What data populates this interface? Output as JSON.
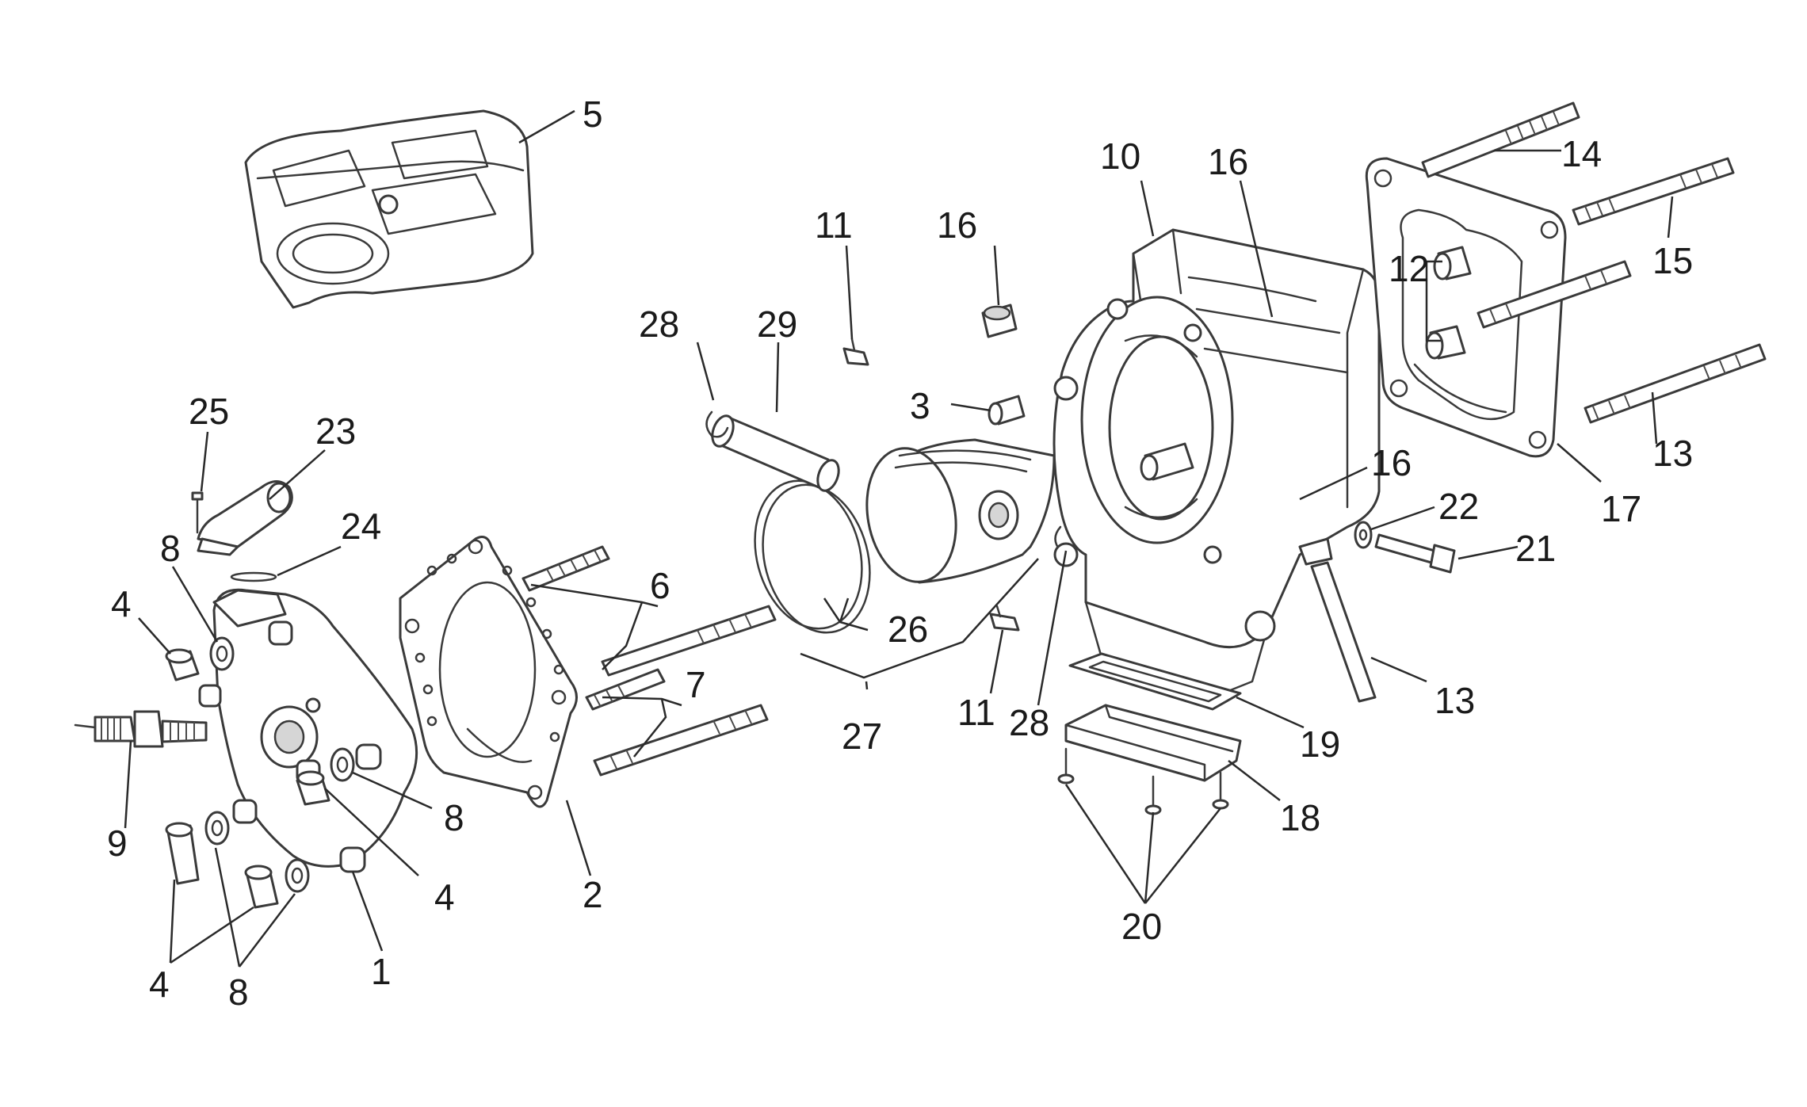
{
  "callouts": [
    {
      "id": "c5",
      "text": "5"
    },
    {
      "id": "c10",
      "text": "10"
    },
    {
      "id": "c16a",
      "text": "16"
    },
    {
      "id": "c14",
      "text": "14"
    },
    {
      "id": "c15",
      "text": "15"
    },
    {
      "id": "c12",
      "text": "12"
    },
    {
      "id": "c11a",
      "text": "11"
    },
    {
      "id": "c16b",
      "text": "16"
    },
    {
      "id": "c28a",
      "text": "28"
    },
    {
      "id": "c29",
      "text": "29"
    },
    {
      "id": "c3",
      "text": "3"
    },
    {
      "id": "c25",
      "text": "25"
    },
    {
      "id": "c23",
      "text": "23"
    },
    {
      "id": "c24",
      "text": "24"
    },
    {
      "id": "c8a",
      "text": "8"
    },
    {
      "id": "c4a",
      "text": "4"
    },
    {
      "id": "c6",
      "text": "6"
    },
    {
      "id": "c26",
      "text": "26"
    },
    {
      "id": "c7",
      "text": "7"
    },
    {
      "id": "c16c",
      "text": "16"
    },
    {
      "id": "c22",
      "text": "22"
    },
    {
      "id": "c21",
      "text": "21"
    },
    {
      "id": "c13a",
      "text": "13"
    },
    {
      "id": "c17",
      "text": "17"
    },
    {
      "id": "c9",
      "text": "9"
    },
    {
      "id": "c8b",
      "text": "8"
    },
    {
      "id": "c4b",
      "text": "4"
    },
    {
      "id": "c2",
      "text": "2"
    },
    {
      "id": "c27",
      "text": "27"
    },
    {
      "id": "c11b",
      "text": "11"
    },
    {
      "id": "c28b",
      "text": "28"
    },
    {
      "id": "c13b",
      "text": "13"
    },
    {
      "id": "c19",
      "text": "19"
    },
    {
      "id": "c18",
      "text": "18"
    },
    {
      "id": "c20",
      "text": "20"
    },
    {
      "id": "c4c",
      "text": "4"
    },
    {
      "id": "c8c",
      "text": "8"
    },
    {
      "id": "c1",
      "text": "1"
    }
  ]
}
